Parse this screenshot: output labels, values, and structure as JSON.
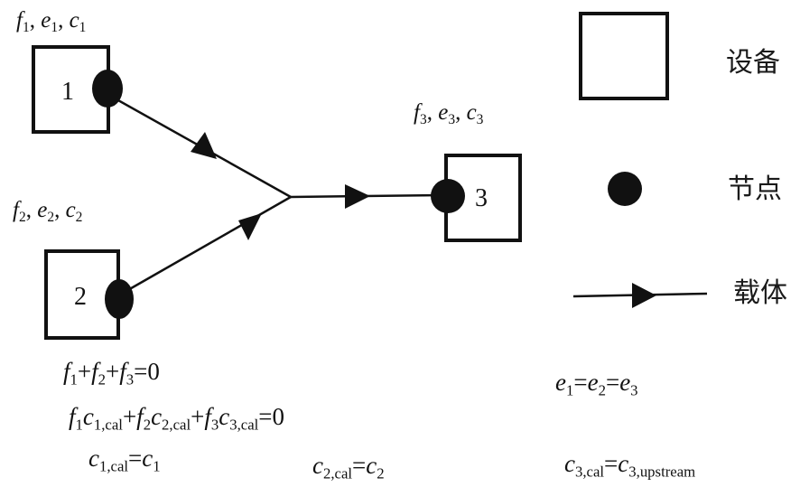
{
  "devices": [
    {
      "id": "1",
      "label_vars": [
        "f",
        "e",
        "c"
      ],
      "sub": "1"
    },
    {
      "id": "2",
      "label_vars": [
        "f",
        "e",
        "c"
      ],
      "sub": "2"
    },
    {
      "id": "3",
      "label_vars": [
        "f",
        "e",
        "c"
      ],
      "sub": "3"
    }
  ],
  "legend": {
    "device": "设备",
    "node": "节点",
    "carrier": "载体"
  },
  "equations": {
    "flow_balance": {
      "terms": [
        "f",
        "f",
        "f"
      ],
      "subs": [
        "1",
        "2",
        "3"
      ],
      "op": "+",
      "rhs": "0"
    },
    "mixing": {
      "rhs": "0",
      "cal": "cal"
    },
    "c1": {
      "lhs_sub": "1,cal",
      "rhs_sub": "1"
    },
    "c2": {
      "lhs_sub": "2,cal",
      "rhs_sub": "2"
    },
    "c3": {
      "lhs_sub": "3,cal",
      "rhs_sub": "3,upstream"
    },
    "pressure": {
      "subs": [
        "1",
        "2",
        "3"
      ]
    }
  },
  "text": {
    "f": "f",
    "e": "e",
    "c": "c",
    "comma": ", ",
    "plus": "+",
    "eq": "="
  }
}
